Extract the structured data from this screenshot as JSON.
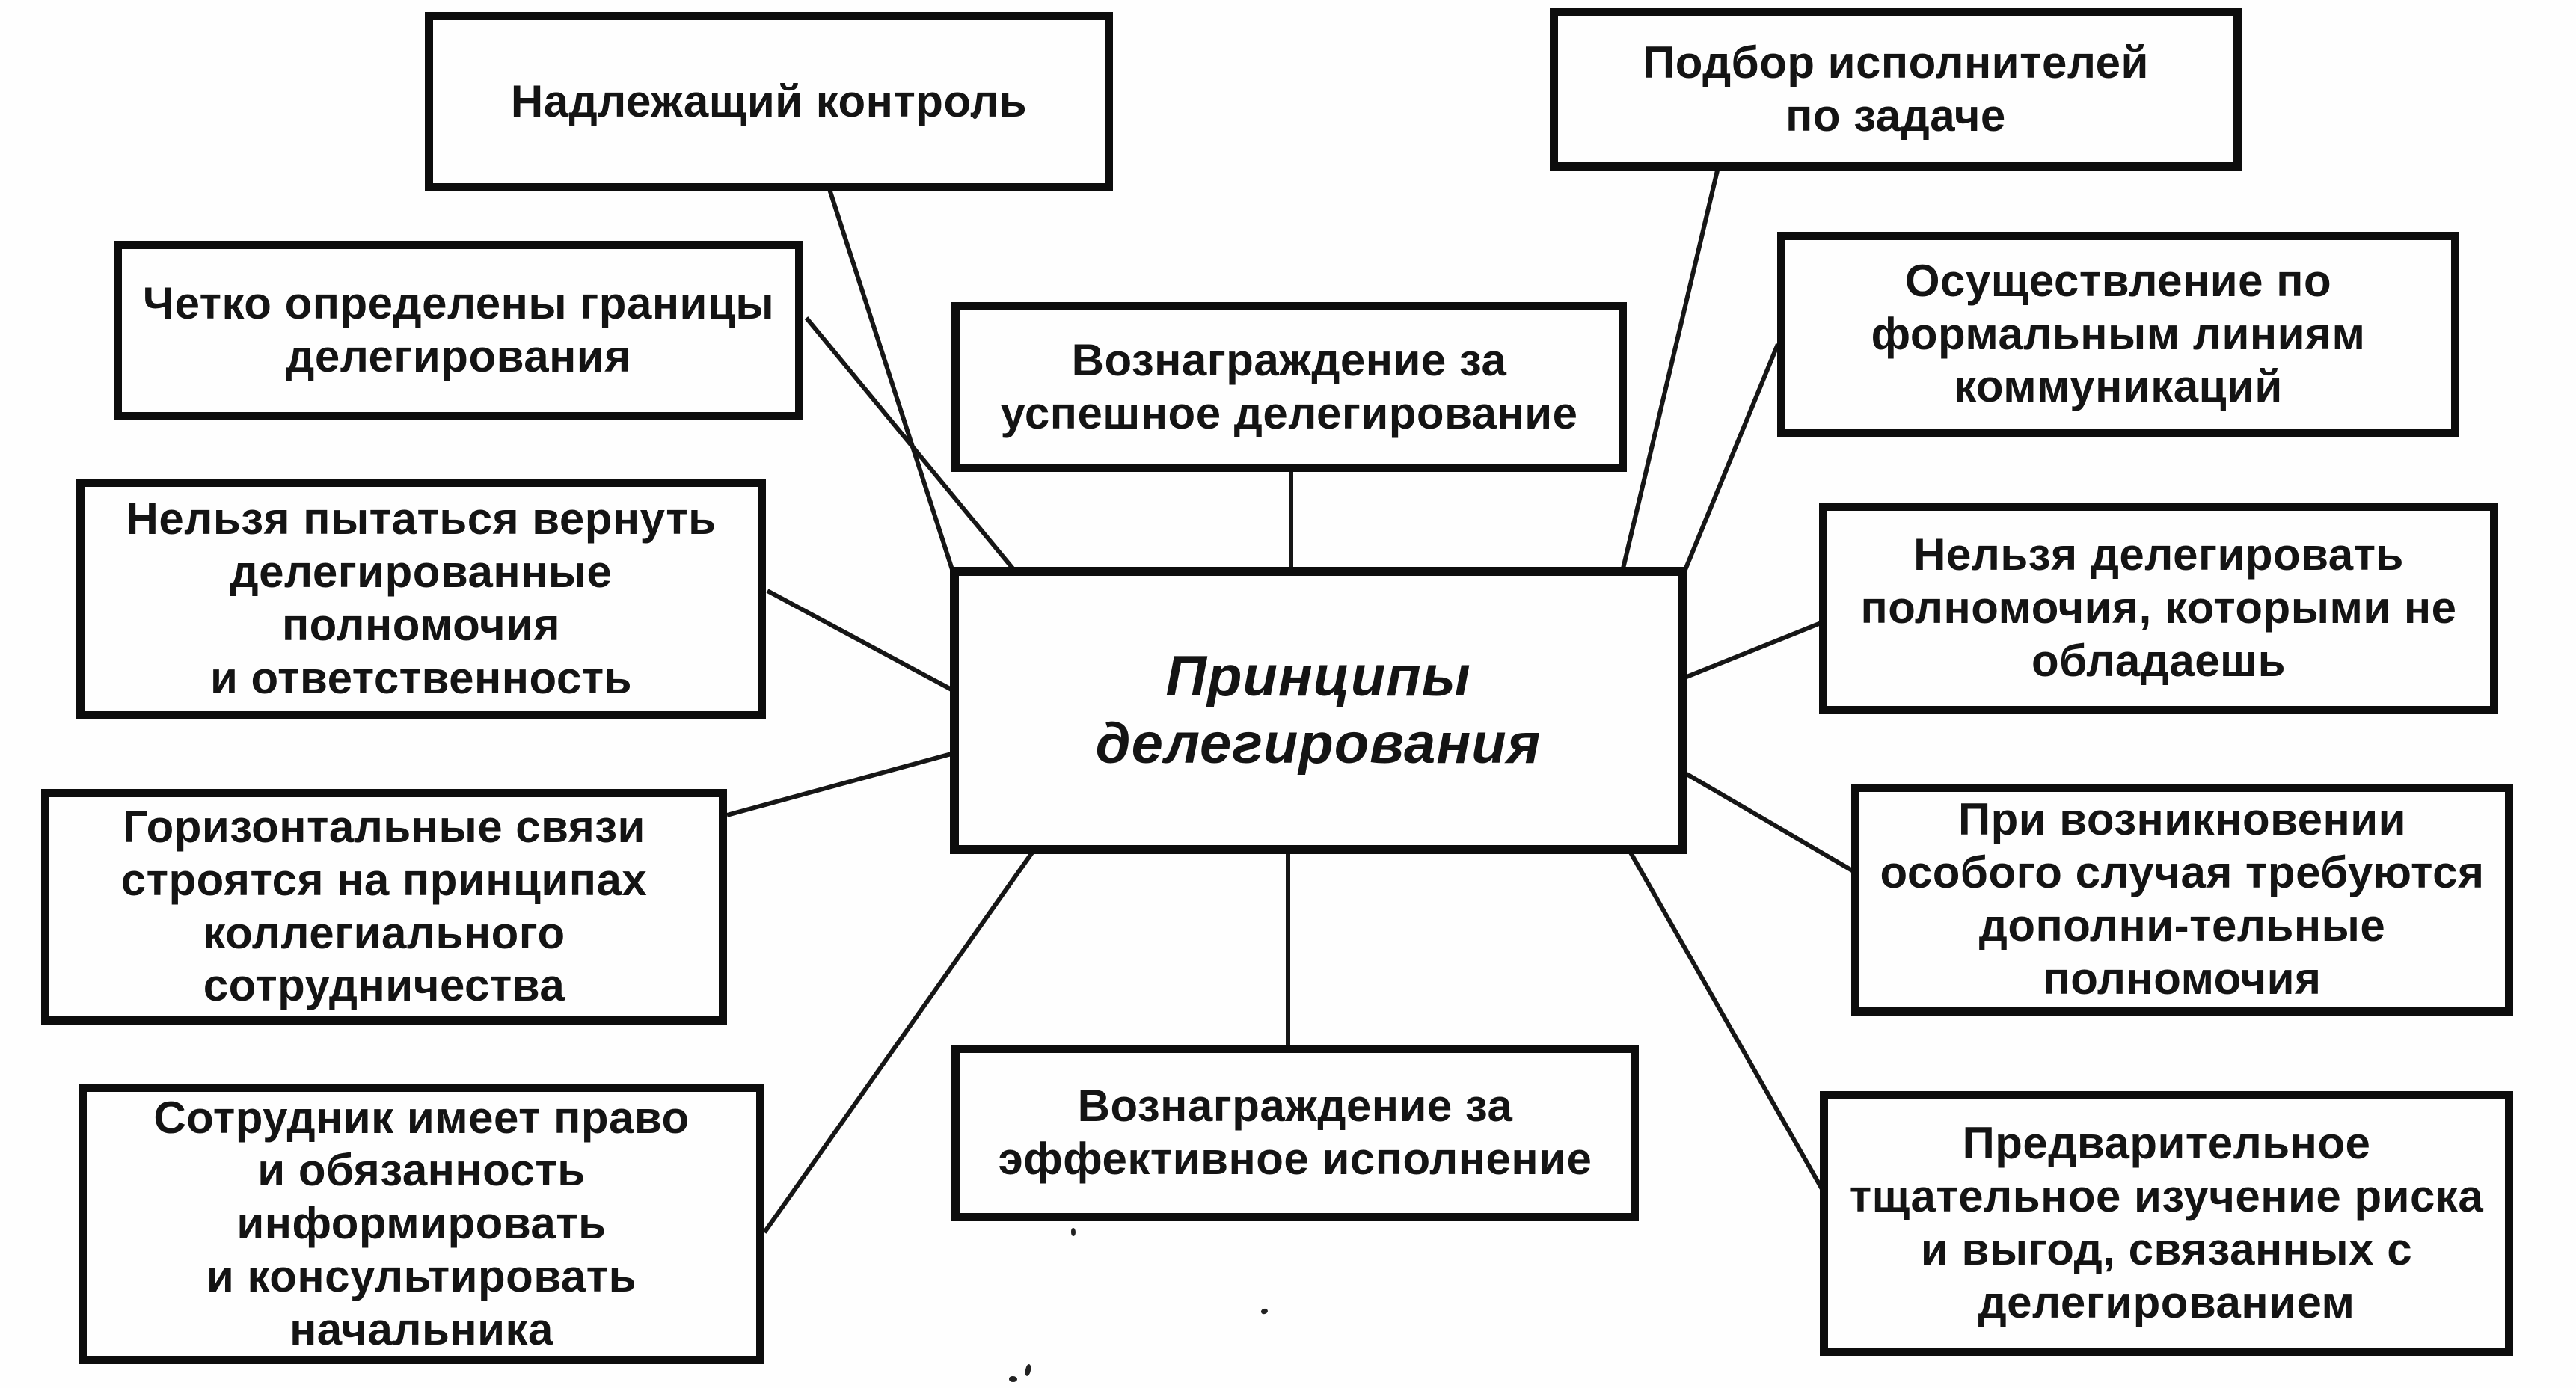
{
  "diagram": {
    "title": "Принципы делегирования",
    "center": {
      "id": "delegation-principles",
      "label": "Принципы делегирования"
    },
    "nodes": [
      {
        "id": "proper-control",
        "label": "Надлежащий контроль"
      },
      {
        "id": "executor-selection",
        "label": "Подбор исполнителей\nпо задаче"
      },
      {
        "id": "clear-boundaries",
        "label": "Четко определены границы\nделегирования"
      },
      {
        "id": "reward-delegation",
        "label": "Вознаграждение за\nуспешное делегирование"
      },
      {
        "id": "formal-lines",
        "label": "Осуществление по\nформальным линиям\nкоммуникаций"
      },
      {
        "id": "no-return",
        "label": "Нельзя пытаться вернуть\nделегированные\nполномочия\nи ответственность"
      },
      {
        "id": "no-delegate-unowned",
        "label": "Нельзя делегировать\nполномочия, которыми не\nобладаешь"
      },
      {
        "id": "horizontal-links",
        "label": "Горизонтальные связи\nстроятся на принципах\nколлегиального\nсотрудничества"
      },
      {
        "id": "special-case",
        "label": "При возникновении\nособого случая требуются\nдополни-тельные\nполномочия"
      },
      {
        "id": "reward-execution",
        "label": "Вознаграждение за\nэффективное исполнение"
      },
      {
        "id": "employee-inform",
        "label": "Сотрудник имеет право\nи обязанность\nинформировать\nи консультировать\nначальника"
      },
      {
        "id": "risk-benefit-study",
        "label": "Предварительное\nтщательное изучение риска\nи выгод, связанных с\nделегированием"
      }
    ],
    "colors": {
      "ink": "#111111",
      "paper": "#fefefe"
    }
  }
}
